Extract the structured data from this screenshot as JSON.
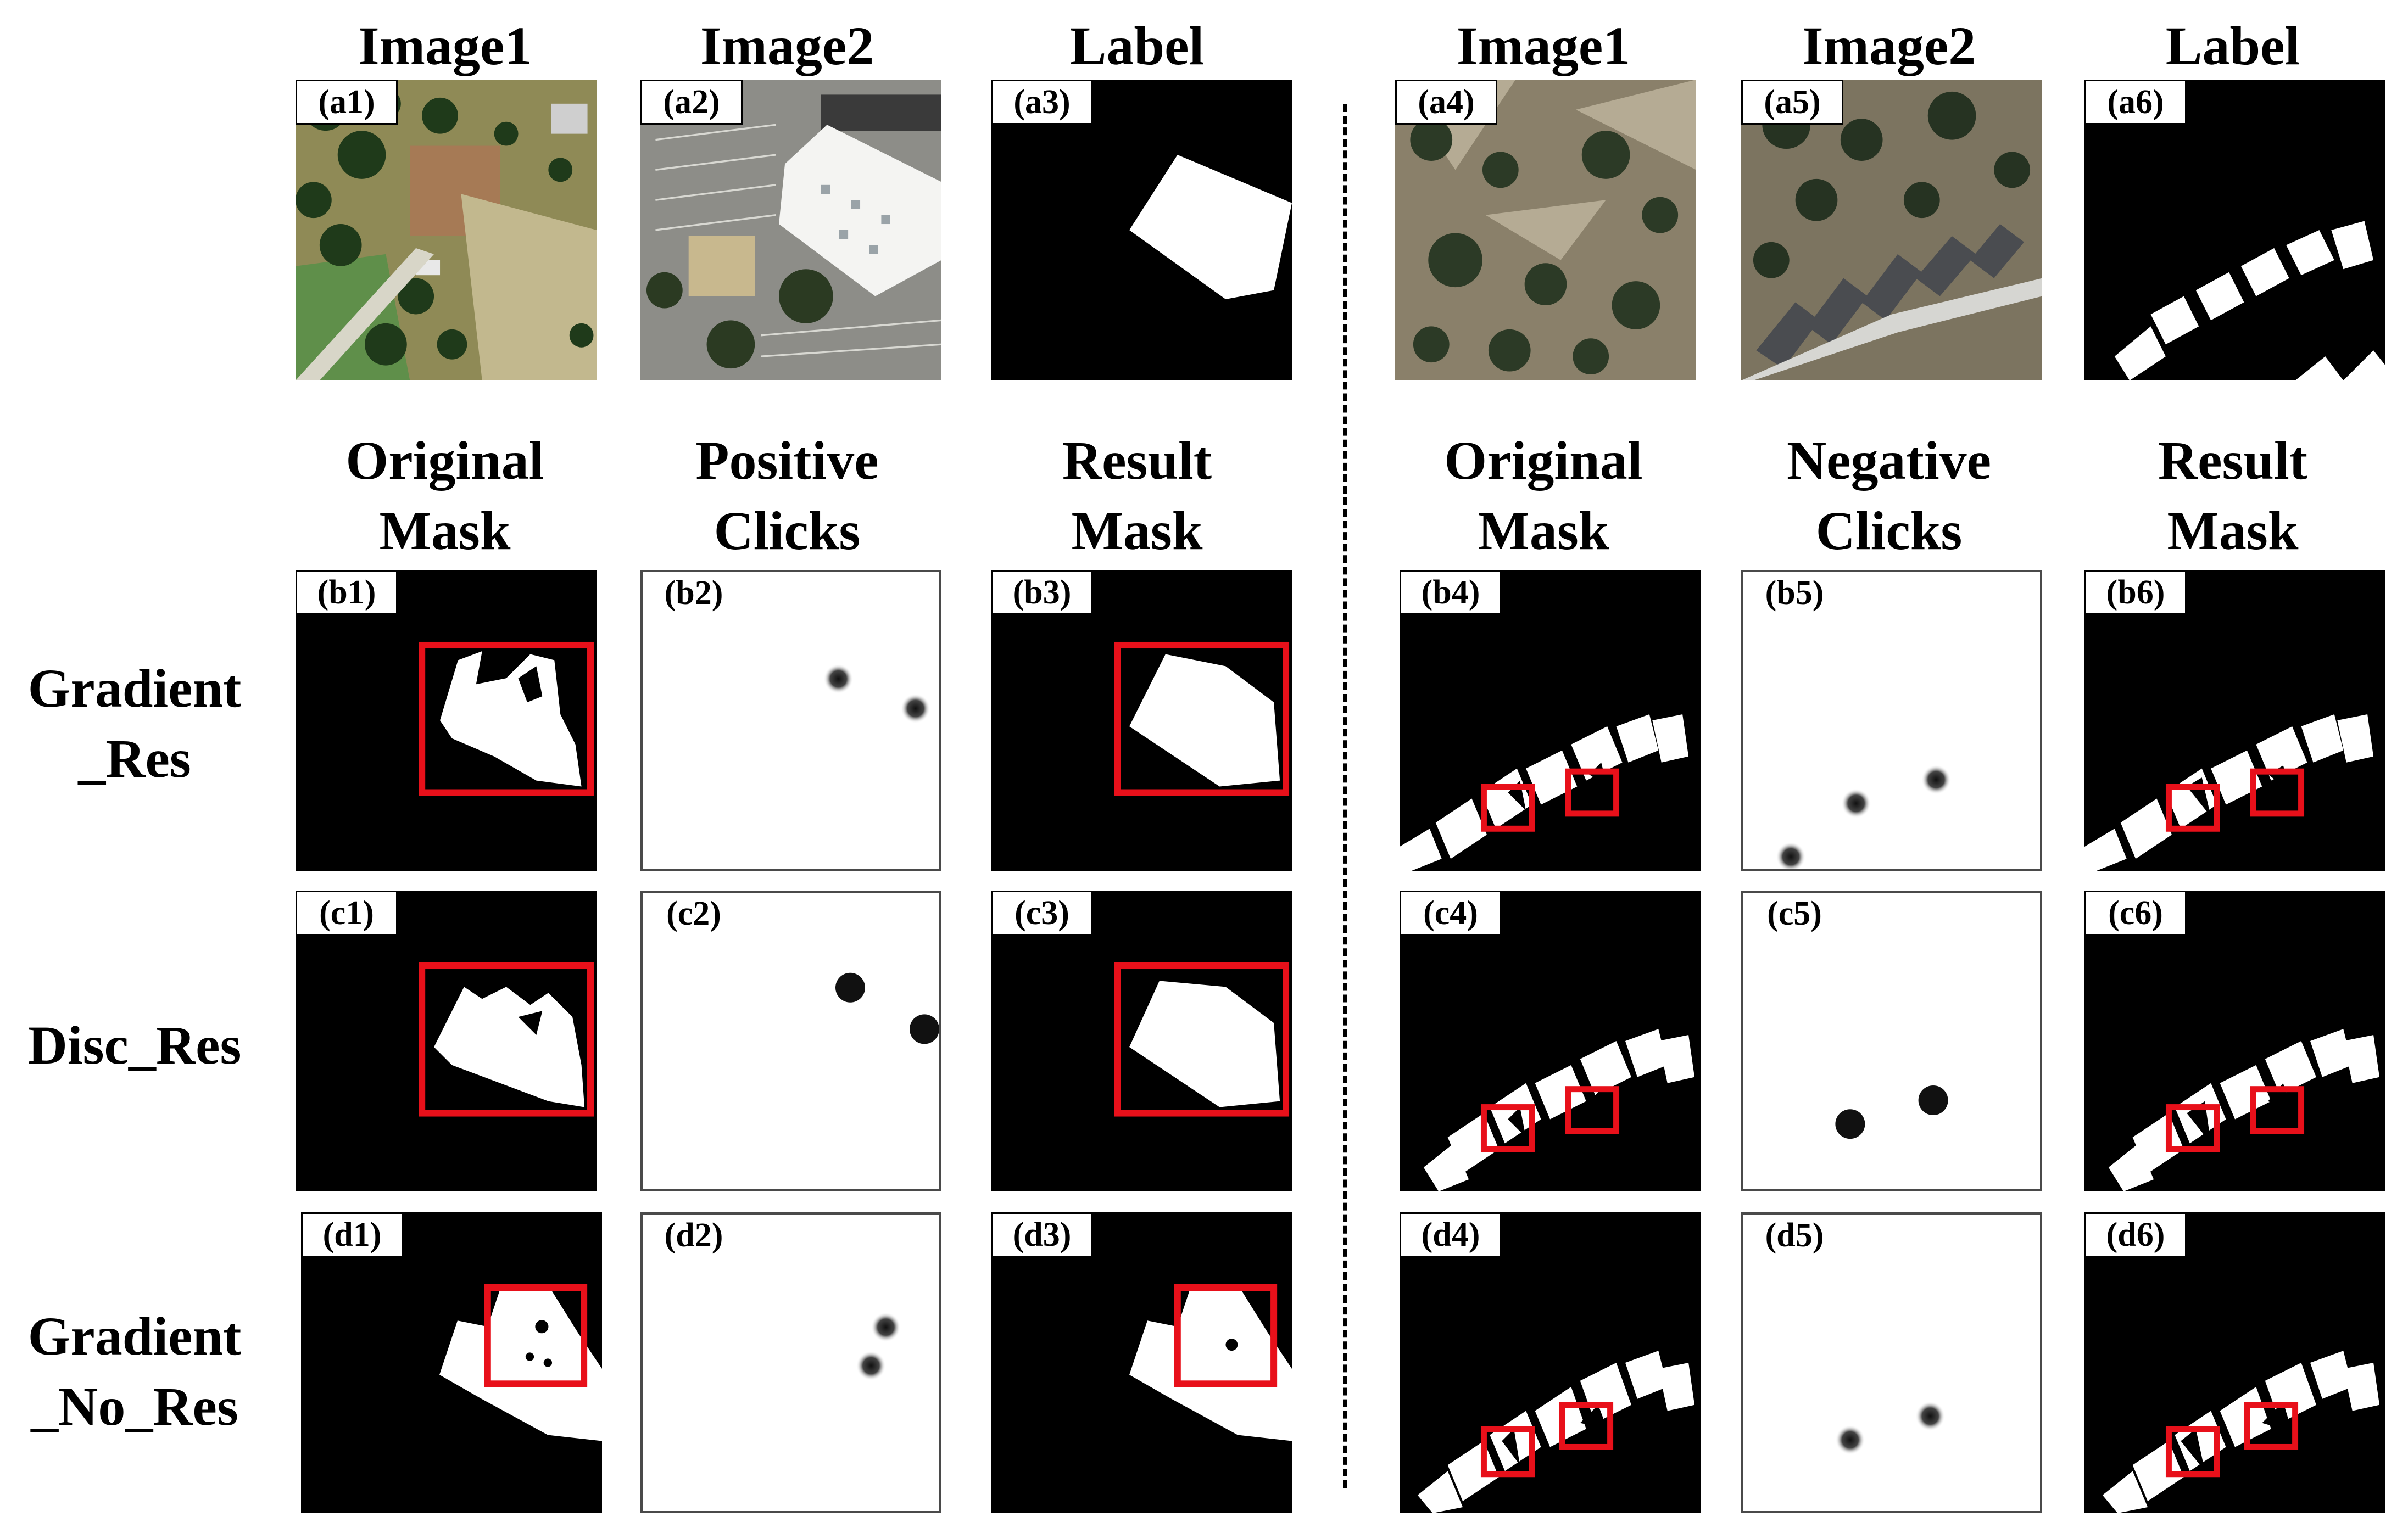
{
  "figure": {
    "left_group": {
      "top_headers": [
        "Image1",
        "Image2",
        "Label"
      ],
      "mid_headers": [
        [
          "Original",
          "Mask"
        ],
        [
          "Positive",
          "Clicks"
        ],
        [
          "Result",
          "Mask"
        ]
      ]
    },
    "right_group": {
      "top_headers": [
        "Image1",
        "Image2",
        "Label"
      ],
      "mid_headers": [
        [
          "Original",
          "Mask"
        ],
        [
          "Negative",
          "Clicks"
        ],
        [
          "Result",
          "Mask"
        ]
      ]
    },
    "row_labels": [
      [
        "Gradient",
        "_Res"
      ],
      [
        "Disc_Res"
      ],
      [
        "Gradient",
        "_No_Res"
      ]
    ],
    "panel_tags": {
      "a": [
        "(a1)",
        "(a2)",
        "(a3)",
        "(a4)",
        "(a5)",
        "(a6)"
      ],
      "b": [
        "(b1)",
        "(b2)",
        "(b3)",
        "(b4)",
        "(b5)",
        "(b6)"
      ],
      "c": [
        "(c1)",
        "(c2)",
        "(c3)",
        "(c4)",
        "(c5)",
        "(c6)"
      ],
      "d": [
        "(d1)",
        "(d2)",
        "(d3)",
        "(d4)",
        "(d5)",
        "(d6)"
      ]
    },
    "colors": {
      "mask_background": "#000000",
      "mask_foreground": "#ffffff",
      "highlight_box": "#e8101a",
      "click_marker": "#111111"
    }
  }
}
